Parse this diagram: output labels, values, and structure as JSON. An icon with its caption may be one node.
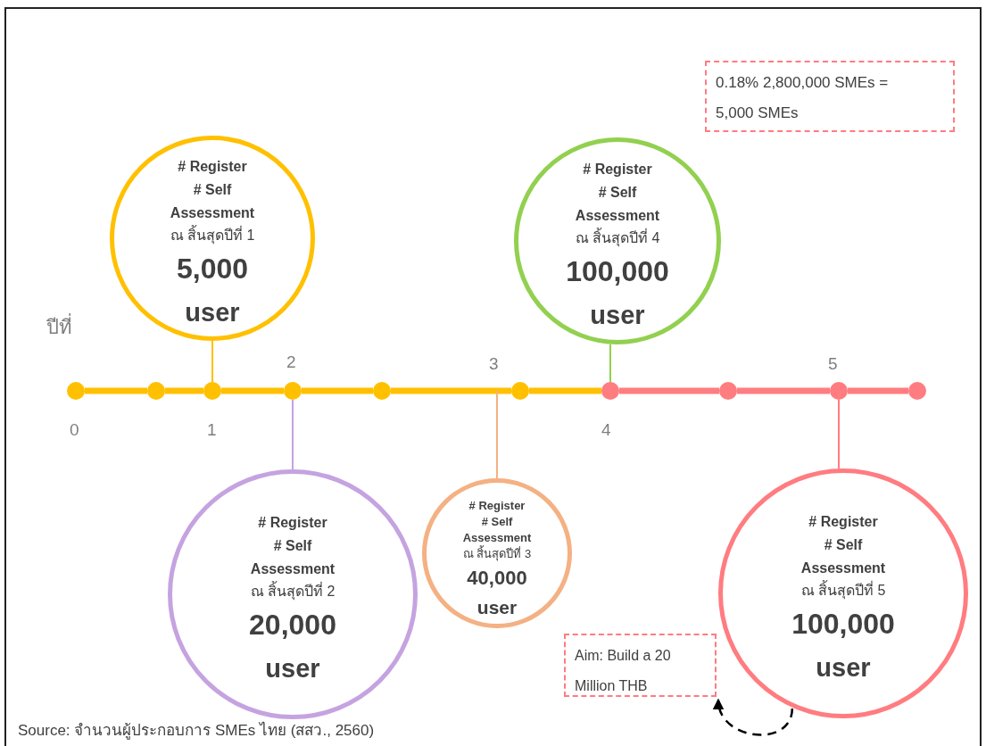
{
  "diagram": {
    "caption": "Source: จำนวนผู้ประกอบการ SMEs ไทย (สสว., 2560)",
    "nodes": [
      {
        "text": [
          "# Register",
          "# Self Assessment",
          "ณ สิ้นสุดปีที่ 1",
          "5,000",
          "user"
        ]
      },
      {
        "text": [
          "# Register",
          "# Self Assessment",
          "ณ สิ้นสุดปีที่ 2",
          "20,000",
          "user"
        ]
      },
      {
        "text": [
          "# Register",
          "# Self Assessment",
          "ณ สิ้นสุดปีที่ 3",
          "40,000",
          "user"
        ]
      },
      {
        "text": [
          "# Register",
          "# Self Assessment",
          "ณ สิ้นสุดปีที่ 4",
          "100,000",
          "user"
        ]
      },
      {
        "text": [
          "# Register",
          "# Self Assessment",
          "ณ สิ้นสุดปีที่ 5",
          "100,000",
          "user"
        ]
      },
      {
        "text": [],
        "shape": "circle"
      },
      {
        "text": [],
        "shape": "circle"
      },
      {
        "text": [],
        "shape": "circle"
      },
      {
        "text": [],
        "shape": "circle"
      },
      {
        "text": [],
        "shape": "circle"
      },
      {
        "text": [],
        "shape": "circle"
      },
      {
        "text": [],
        "shape": "circle"
      },
      {
        "text": [],
        "shape": "circle"
      },
      {
        "text": [],
        "shape": "circle"
      },
      {
        "text": [],
        "shape": "circle"
      },
      {
        "text": [
          "0.18% 2,800,000 SMEs = 5,000 SMEs"
        ]
      },
      {
        "text": [
          "Aim: Build a 20 Million THB"
        ]
      }
    ],
    "edges": [
      {
        "from": 5,
        "to": 6,
        "arrow": "none"
      },
      {
        "from": 6,
        "to": 7,
        "arrow": "none"
      },
      {
        "from": 7,
        "to": 8,
        "arrow": "none"
      },
      {
        "from": 8,
        "to": 9,
        "arrow": "none"
      },
      {
        "from": 9,
        "to": 10,
        "arrow": "none"
      },
      {
        "from": 10,
        "to": 11,
        "arrow": "none"
      },
      {
        "from": 11,
        "to": 12,
        "arrow": "none",
        "color": "#ff7c80"
      },
      {
        "from": 12,
        "to": 13,
        "arrow": "none",
        "color": "#ff7c80"
      },
      {
        "from": 13,
        "to": 14,
        "arrow": "none",
        "color": "#ff7c80"
      },
      {
        "from": 0,
        "to": 7,
        "arrow": "none"
      },
      {
        "from": 1,
        "to": 8,
        "arrow": "none",
        "color": "#c5a3e0"
      },
      {
        "from": 2,
        "to": null,
        "arrow": "none",
        "color": "#f4b183"
      },
      {
        "from": 3,
        "to": 11,
        "arrow": "none",
        "color": "#92d050"
      },
      {
        "from": 4,
        "to": 13,
        "arrow": "none",
        "color": "#ff7c80"
      },
      {
        "from": 4,
        "to": 16,
        "arrow": "to",
        "style": "dashed",
        "color": "#000000"
      }
    ],
    "labels": [
      "ปีที่",
      "0",
      "1",
      "2",
      "3",
      "4",
      "5"
    ]
  }
}
